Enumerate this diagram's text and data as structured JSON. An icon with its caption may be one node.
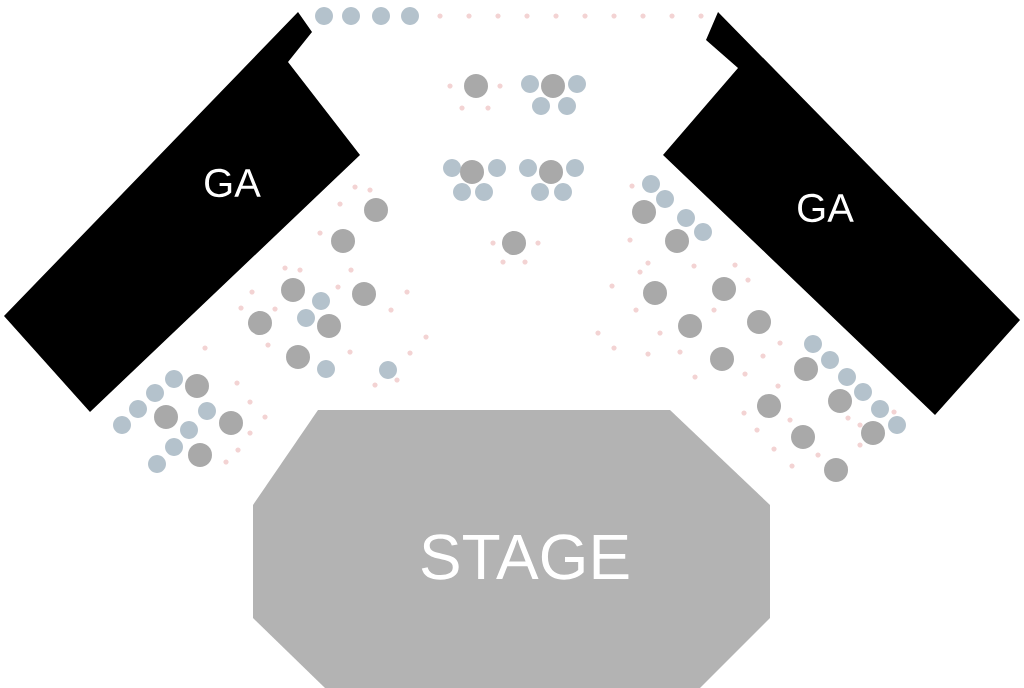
{
  "diagram": {
    "nodes": [
      {
        "text": [
          "GA"
        ]
      },
      {
        "text": [
          "GA"
        ]
      },
      {
        "text": [
          "STAGE"
        ]
      }
    ]
  }
}
